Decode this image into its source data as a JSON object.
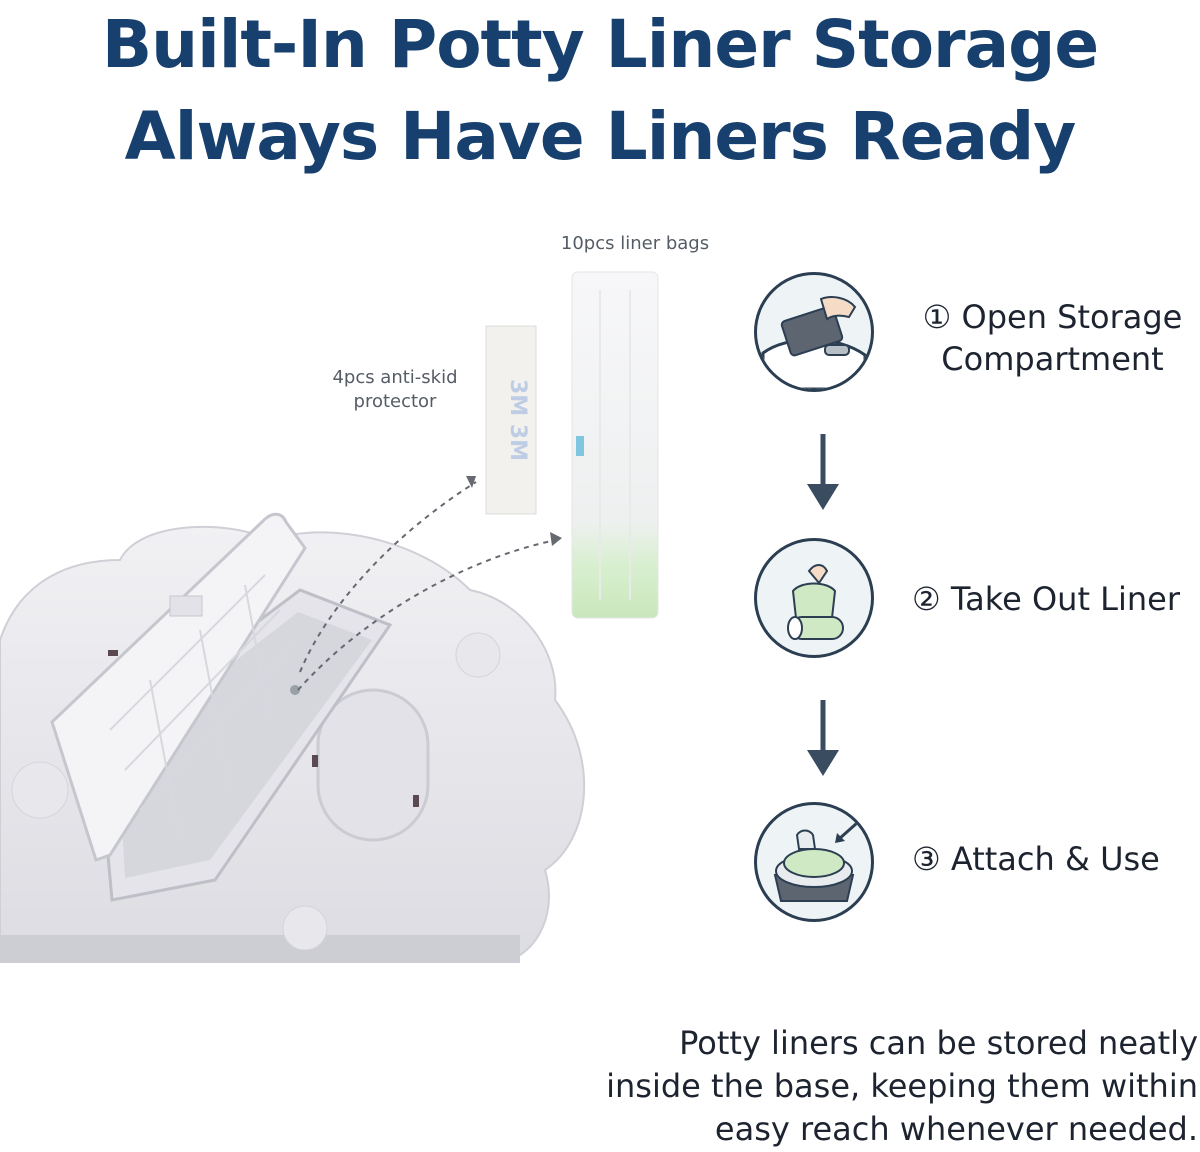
{
  "headline": {
    "line1": "Built-In Potty Liner Storage",
    "line2": "Always Have Liners Ready"
  },
  "product": {
    "liner_caption": "10pcs liner bags",
    "antiskid_caption_line1": "4pcs anti-skid",
    "antiskid_caption_line2": "protector"
  },
  "steps": [
    {
      "label_line1": "① Open Storage",
      "label_line2": "Compartment",
      "icon": "open-compartment-icon"
    },
    {
      "label": "② Take Out Liner",
      "icon": "liner-roll-icon"
    },
    {
      "label": "③ Attach & Use",
      "icon": "potty-icon"
    }
  ],
  "description": {
    "line1": "Potty liners can be stored neatly",
    "line2": "inside the base, keeping them within",
    "line3": "easy reach whenever needed."
  },
  "colors": {
    "headline": "#17406e",
    "step_border": "#2c3e52",
    "liner_green": "#cfe9c4",
    "potty_gray": "#e9e9ee"
  }
}
